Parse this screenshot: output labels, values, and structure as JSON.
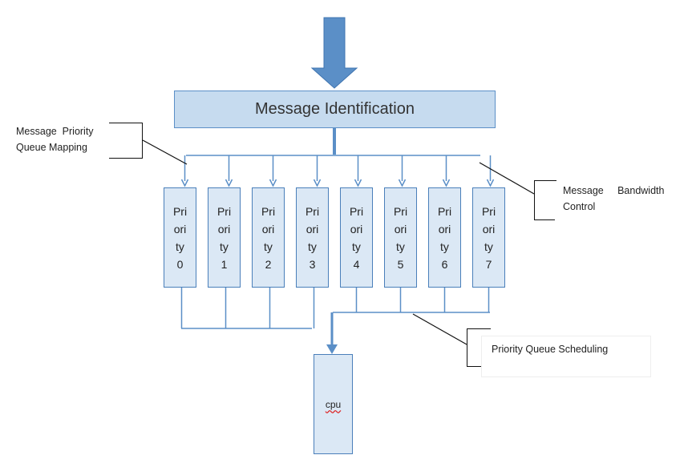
{
  "main": {
    "title": "Message Identification"
  },
  "queues": [
    {
      "l1": "Pri",
      "l2": "ori",
      "l3": "ty",
      "n": "0"
    },
    {
      "l1": "Pri",
      "l2": "ori",
      "l3": "ty",
      "n": "1"
    },
    {
      "l1": "Pri",
      "l2": "ori",
      "l3": "ty",
      "n": "2"
    },
    {
      "l1": "Pri",
      "l2": "ori",
      "l3": "ty",
      "n": "3"
    },
    {
      "l1": "Pri",
      "l2": "ori",
      "l3": "ty",
      "n": "4"
    },
    {
      "l1": "Pri",
      "l2": "ori",
      "l3": "ty",
      "n": "5"
    },
    {
      "l1": "Pri",
      "l2": "ori",
      "l3": "ty",
      "n": "6"
    },
    {
      "l1": "Pri",
      "l2": "ori",
      "l3": "ty",
      "n": "7"
    }
  ],
  "cpu": {
    "label": "cpu"
  },
  "callouts": {
    "mapping": {
      "line1": "Message  Priority",
      "line2": "Queue Mapping"
    },
    "bandwidth": {
      "line1": "Message     Bandwidth",
      "line2": "Control"
    },
    "scheduling": {
      "line1": "Priority Queue Scheduling"
    }
  },
  "colors": {
    "arrow": "#5b8fc7",
    "box_fill": "#c6dbef",
    "queue_fill": "#dbe8f5",
    "line": "#5b8fc7"
  }
}
